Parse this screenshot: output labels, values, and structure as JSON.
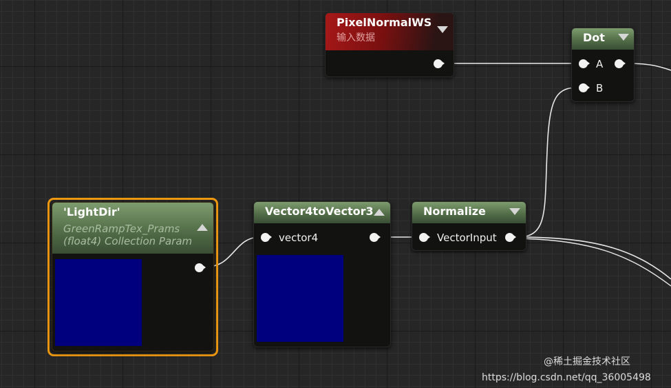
{
  "nodes": {
    "pixel_normal": {
      "title": "PixelNormalWS",
      "subtitle": "输入数据",
      "color": "#a71818"
    },
    "dot": {
      "title": "Dot",
      "inputs": [
        "A",
        "B"
      ]
    },
    "light_dir": {
      "title": "'LightDir'",
      "subtitle1": "GreenRampTex_Prams",
      "subtitle2": "(float4) Collection Param",
      "preview_color": "#00007f",
      "selected": true,
      "selection_color": "#f09a10"
    },
    "vec4to3": {
      "title": "Vector4toVector3",
      "input": "vector4",
      "preview_color": "#00007f"
    },
    "normalize": {
      "title": "Normalize",
      "input": "VectorInput"
    }
  },
  "watermark": {
    "line1": "@稀土掘金技术社区",
    "line2": "https://blog.csdn.net/qq_36005498"
  }
}
